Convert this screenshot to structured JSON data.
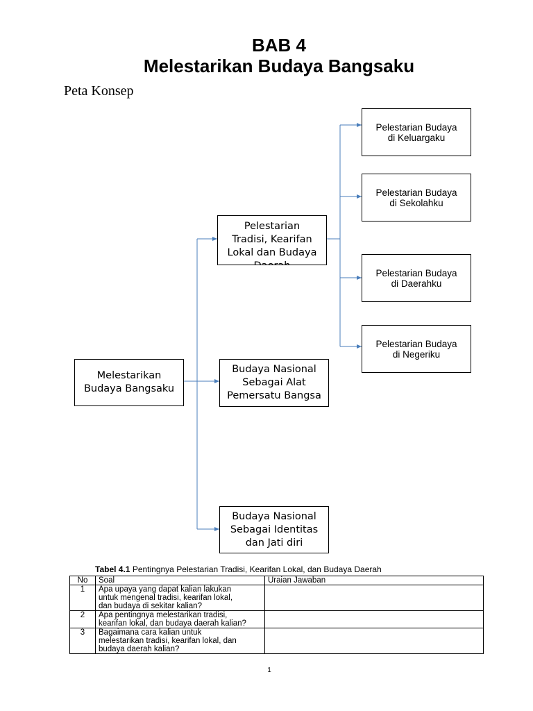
{
  "header": {
    "chapter": "BAB 4",
    "title": "Melestarikan Budaya Bangsaku",
    "subtitle": "Peta Konsep"
  },
  "concept_map": {
    "root": {
      "lines": [
        "Melestarikan",
        "Budaya Bangsaku"
      ]
    },
    "branches": [
      {
        "lines": [
          "Pelestarian",
          "Tradisi, Kearifan",
          "Lokal dan Budaya",
          "Daerah"
        ]
      },
      {
        "lines": [
          "Budaya Nasional",
          "Sebagai Alat",
          "Pemersatu Bangsa"
        ]
      },
      {
        "lines": [
          "Budaya Nasional",
          "Sebagai Identitas",
          "dan Jati diri"
        ]
      }
    ],
    "sub_branches": [
      {
        "lines": [
          "Pelestarian Budaya",
          "di Keluargaku"
        ]
      },
      {
        "lines": [
          "Pelestarian Budaya",
          "di Sekolahku"
        ]
      },
      {
        "lines": [
          "Pelestarian Budaya",
          "di Daerahku"
        ]
      },
      {
        "lines": [
          "Pelestarian Budaya",
          "di Negeriku"
        ]
      }
    ],
    "connector_color": "#4a7ebb"
  },
  "table": {
    "caption_label": "Tabel 4.1",
    "caption_text": "Pentingnya Pelestarian Tradisi, Kearifan Lokal, dan Budaya Daerah",
    "headers": [
      "No",
      "Soal",
      "Uraian Jawaban"
    ],
    "rows": [
      {
        "no": "1",
        "soal": [
          "Apa upaya yang dapat kalian lakukan",
          "untuk mengenal tradisi, kearifan lokal,",
          "dan budaya di sekitar kalian?"
        ],
        "jawaban": ""
      },
      {
        "no": "2",
        "soal": [
          "Apa pentingnya melestarikan tradisi,",
          "kearifan lokal, dan budaya daerah kalian?"
        ],
        "jawaban": ""
      },
      {
        "no": "3",
        "soal": [
          "Bagaimana cara kalian untuk",
          "melestarikan tradisi, kearifan lokal, dan",
          "budaya daerah kalian?"
        ],
        "jawaban": ""
      }
    ]
  },
  "footer": {
    "page_number": "1"
  }
}
